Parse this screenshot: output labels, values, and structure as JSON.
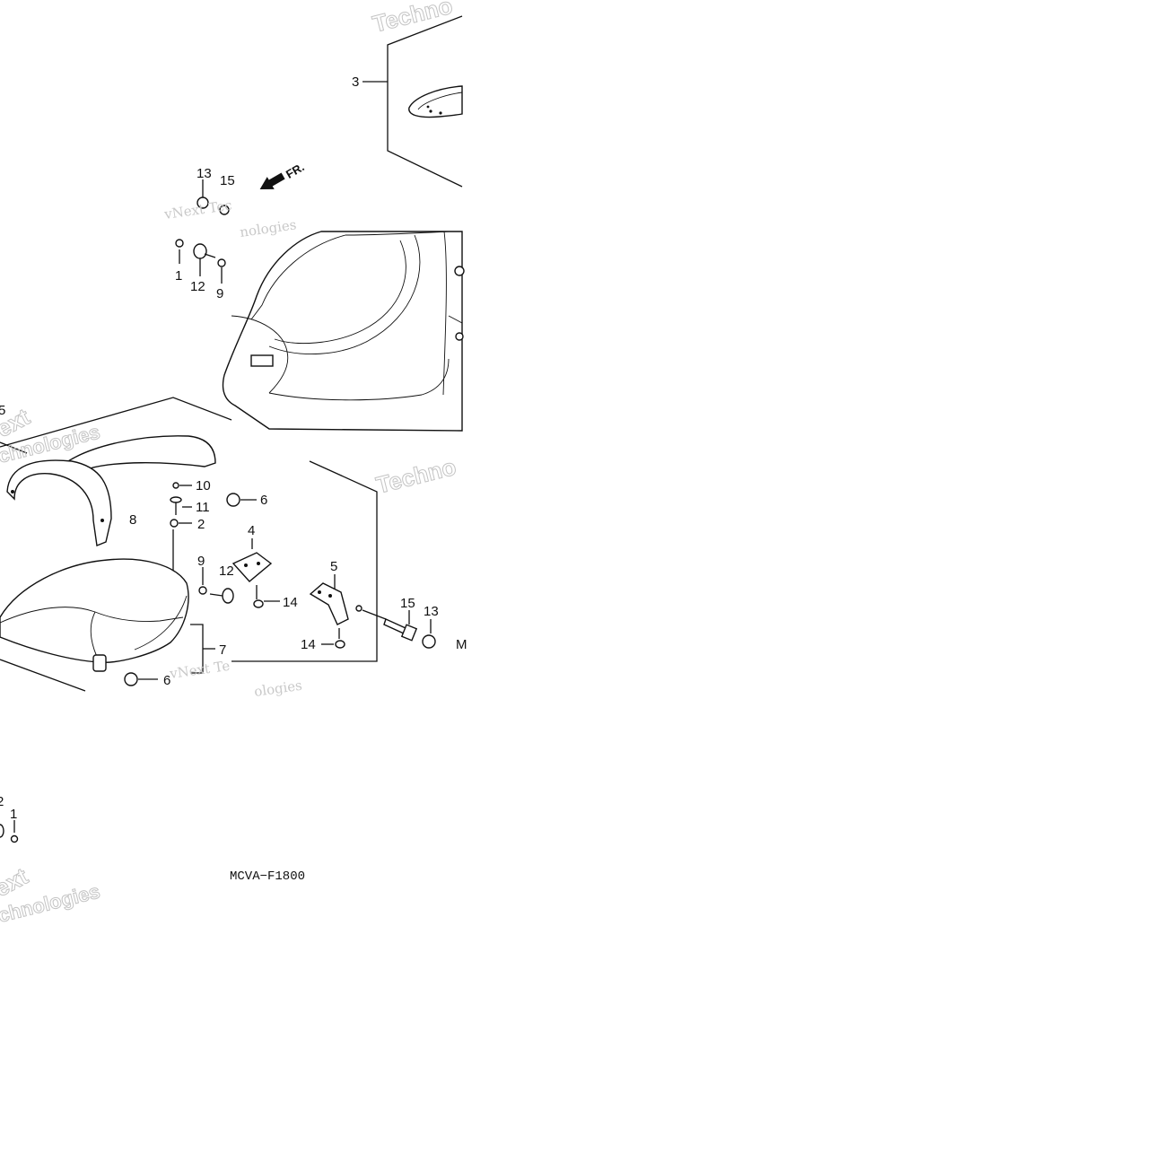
{
  "diagram": {
    "code": "MCVA−F1800",
    "direction_label": "FR.",
    "callouts": {
      "c3": "3",
      "c13a": "13",
      "c15a": "15",
      "c1a": "1",
      "c12a": "12",
      "c9a": "9",
      "c5a": "5",
      "c10": "10",
      "c11": "11",
      "c2": "2",
      "c8": "8",
      "c6a": "6",
      "c4": "4",
      "c9b": "9",
      "c12b": "12",
      "c14a": "14",
      "c5b": "5",
      "c15b": "15",
      "c13b": "13",
      "c14b": "14",
      "c7": "7",
      "c6b": "6",
      "c2b": "2",
      "c1b": "1",
      "cM": "M"
    },
    "watermarks": {
      "w1": "Techno",
      "w2": "vNext Tec",
      "w3": "nologies",
      "w4": "ext",
      "w5": "chnologies",
      "w6": "Techno",
      "w7": "vNext Te",
      "w8": "ologies",
      "w9": "ext",
      "w10": "chnologies"
    }
  }
}
